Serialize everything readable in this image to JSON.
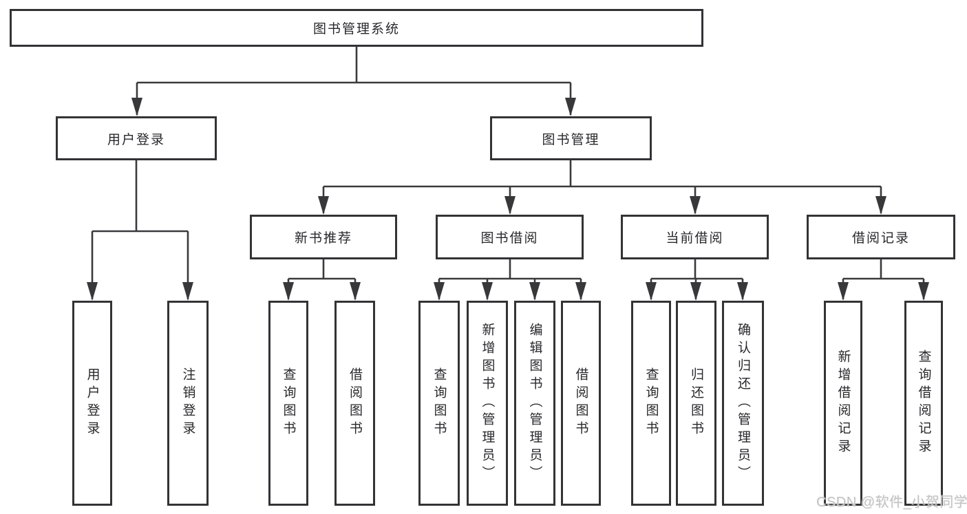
{
  "tree": {
    "label": "图书管理系统",
    "children": [
      {
        "label": "用户登录",
        "children": [
          {
            "label": "用户登录"
          },
          {
            "label": "注销登录"
          }
        ]
      },
      {
        "label": "图书管理",
        "children": [
          {
            "label": "新书推荐",
            "children": [
              {
                "label": "查询图书"
              },
              {
                "label": "借阅图书"
              }
            ]
          },
          {
            "label": "图书借阅",
            "children": [
              {
                "label": "查询图书"
              },
              {
                "label": "新增图书（管理员）"
              },
              {
                "label": "编辑图书（管理员）"
              },
              {
                "label": "借阅图书"
              }
            ]
          },
          {
            "label": "当前借阅",
            "children": [
              {
                "label": "查询图书"
              },
              {
                "label": "归还图书"
              },
              {
                "label": "确认归还（管理员）"
              }
            ]
          },
          {
            "label": "借阅记录",
            "children": [
              {
                "label": "新增借阅记录"
              },
              {
                "label": "查询借阅记录"
              }
            ]
          }
        ]
      }
    ]
  },
  "watermark": {
    "text": "CSDN @软件_小贺同学"
  },
  "colors": {
    "line": "#3a3a3d",
    "box_border": "#333336",
    "text": "#28282c",
    "background": "#ffffff",
    "watermark": "#c2c2c2"
  }
}
